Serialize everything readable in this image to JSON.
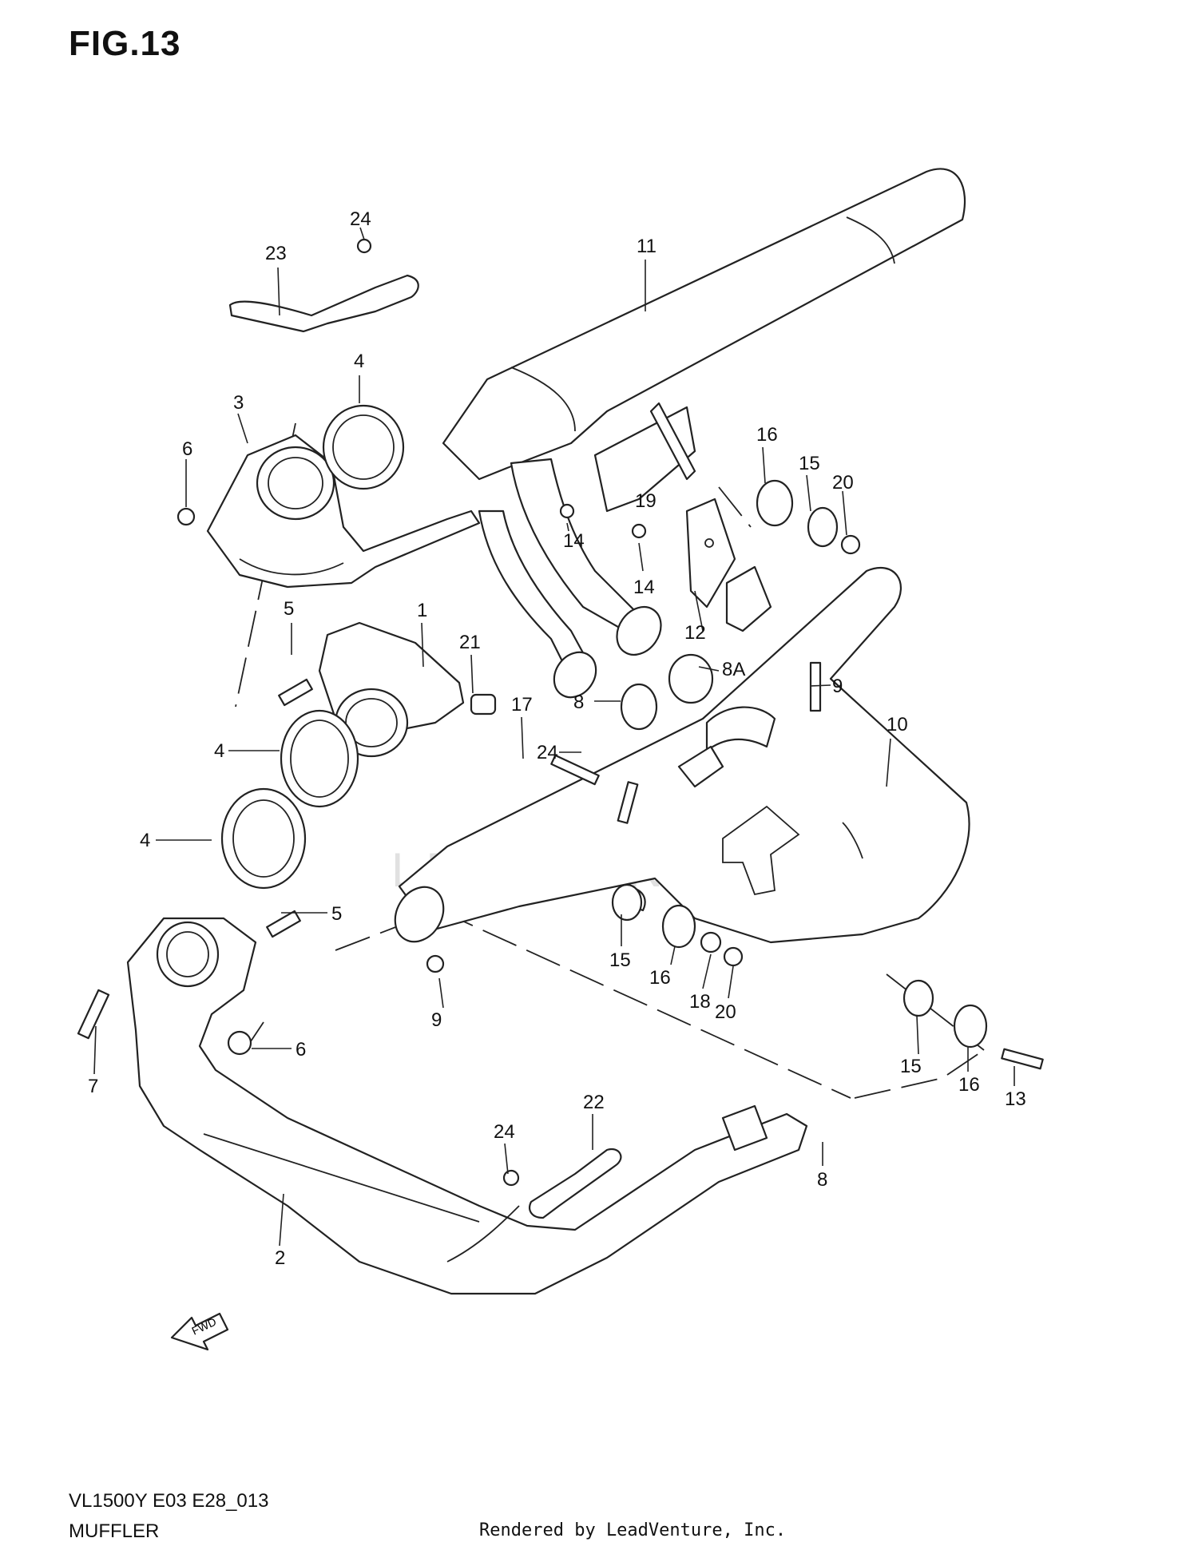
{
  "figure": {
    "title": "FIG.13",
    "model_code": "VL1500Y E03 E28_013",
    "group_name": "MUFFLER",
    "render_credit": "Rendered by LeadVenture, Inc.",
    "watermark": "LEADVENTURE",
    "direction_mark": "FWD"
  },
  "callouts": [
    "24",
    "23",
    "4",
    "3",
    "6",
    "11",
    "16",
    "15",
    "20",
    "19",
    "14",
    "14",
    "12",
    "5",
    "1",
    "21",
    "8A",
    "9",
    "8",
    "17",
    "24",
    "10",
    "4",
    "4",
    "5",
    "15",
    "16",
    "18",
    "20",
    "9",
    "7",
    "6",
    "15",
    "16",
    "13",
    "24",
    "22",
    "8",
    "2"
  ]
}
